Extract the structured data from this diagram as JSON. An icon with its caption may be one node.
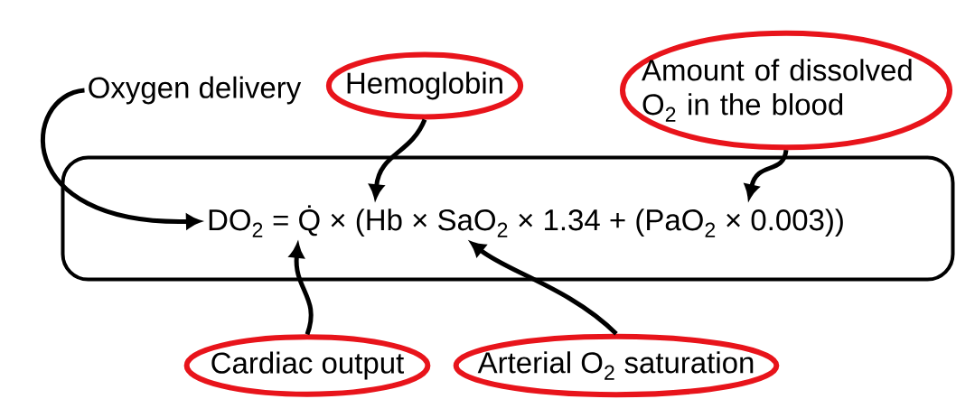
{
  "diagram": {
    "nodes": [
      {
        "text": [
          "Oxygen delivery"
        ]
      },
      {
        "text": [
          "Hemoglobin"
        ]
      },
      {
        "text": [
          "Amount of dissolved O$_{2}$ in the blood"
        ]
      },
      {
        "text": [],
        "shape": "box"
      },
      {
        "text": [
          "DO$_{2}$ = Q̇ × (Hb × SaO$_{2}$ × 1.34 + (PaO$_{2}$ × 0.003))"
        ],
        "in": 3
      },
      {
        "text": [
          "Cardiac output"
        ]
      },
      {
        "text": [
          "Arterial O$_{2}$ saturation"
        ]
      }
    ],
    "edges": [
      {
        "from": 0,
        "to": 4,
        "arrow": "to"
      },
      {
        "from": 1,
        "to": 4,
        "arrow": "to"
      },
      {
        "from": 2,
        "to": 4,
        "arrow": "to"
      },
      {
        "from": 5,
        "to": 4,
        "arrow": "to"
      },
      {
        "from": 6,
        "to": 4,
        "arrow": "to"
      }
    ]
  }
}
